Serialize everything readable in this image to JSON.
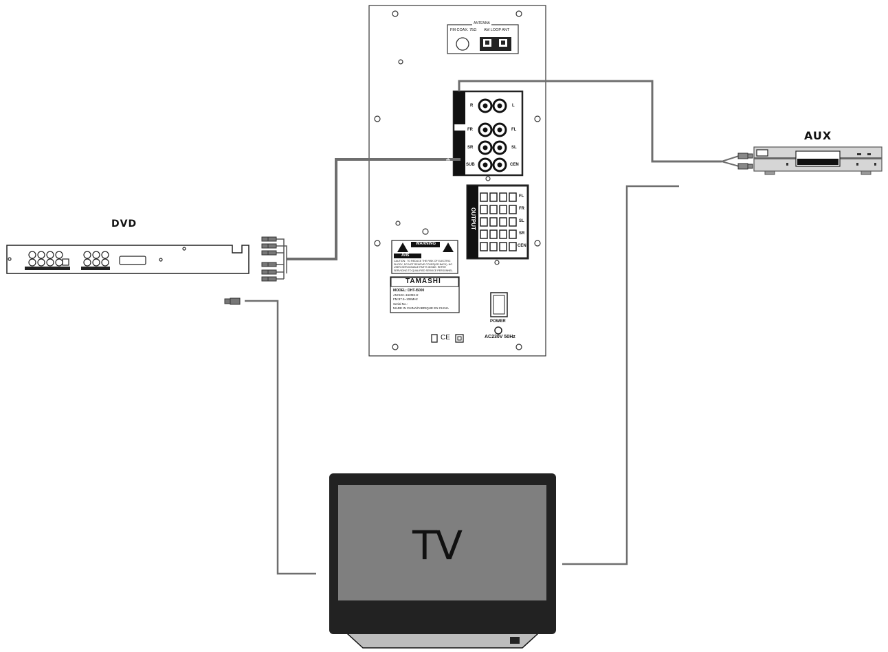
{
  "devices": {
    "dvd": {
      "label": "DVD"
    },
    "aux": {
      "label": "AUX"
    },
    "tv": {
      "label": "TV"
    }
  },
  "panel": {
    "antenna": {
      "title": "ANTENNA",
      "fm": "FM COAX. 75Ω",
      "am": "AM LOOP ANT"
    },
    "aux_group": {
      "title": "AUX",
      "left": "L",
      "right": "R"
    },
    "input_group": {
      "title": "5.1 CH",
      "jacks": [
        "FR",
        "FL",
        "SR",
        "SL",
        "SUB",
        "CEN"
      ]
    },
    "output": {
      "title": "OUTPUT",
      "channels": [
        "FL",
        "FR",
        "SL",
        "SR",
        "CEN"
      ]
    },
    "warning": {
      "title": "WARNING",
      "avis": "AVIS",
      "text": "CAUTION : TO REDUCE THE RISK OF ELECTRIC SHOCK, DO NOT REMOVE COVER(OR BACK). NO USER-SERVICEABLE PARTS INSIDE. REFER SERVICING TO QUALIFIED SERVICE PERSONNEL."
    },
    "nameplate": {
      "brand": "TAMASHI",
      "model": "MODEL: DHT-I5000",
      "am": "AM:522~1620KHz",
      "fm": "FM:87.5~108MHz",
      "serial": "Serial No.:",
      "origin": "MADE IN CHINA/FABRIQUE EN CHINA"
    },
    "power": {
      "label": "POWER",
      "rating": "AC230V 50Hz"
    }
  },
  "colors": {
    "cable": "#6e6e6e",
    "tv_screen": "#7f7f7f",
    "tv_frame": "#222222",
    "aux_body": "#d6d6d6"
  }
}
